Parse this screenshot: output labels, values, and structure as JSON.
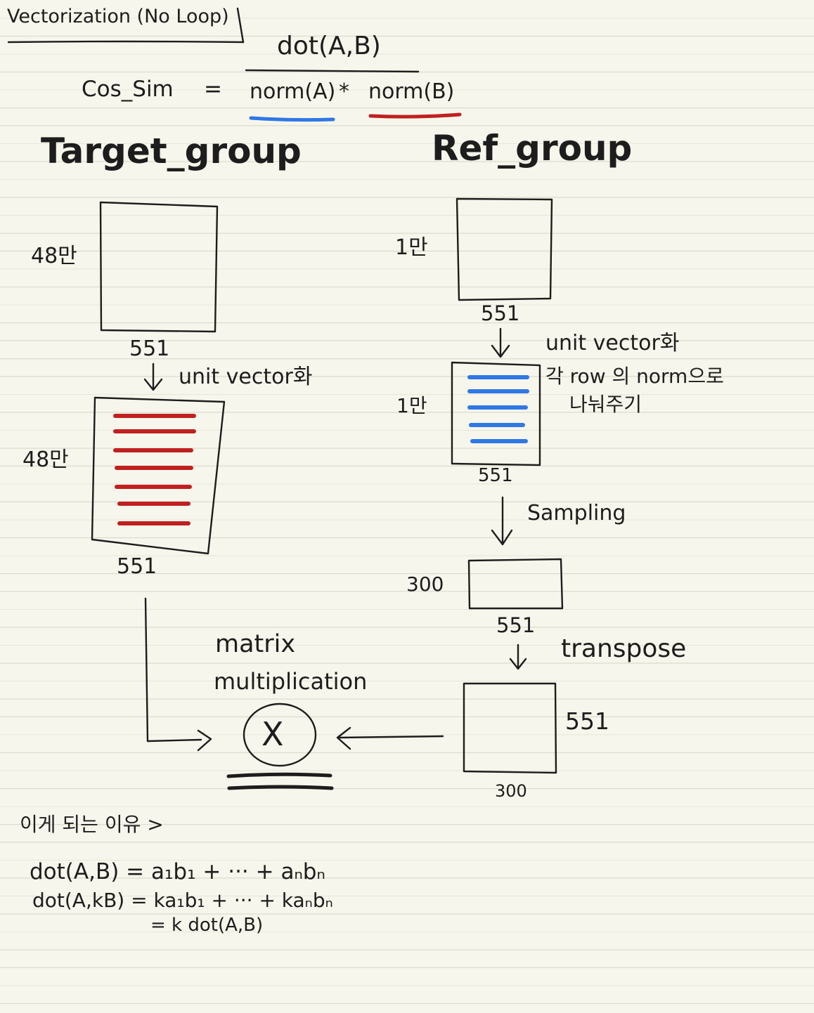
{
  "title": "Vectorization (No Loop)",
  "formula": {
    "lhs": "Cos_Sim",
    "eq": "=",
    "numerator": "dot(A,B)",
    "denom_a": "norm(A)",
    "times": "*",
    "denom_b": "norm(B)"
  },
  "target": {
    "heading": "Target_group",
    "rows_label": "48만",
    "cols_label": "551",
    "step_label": "unit vector화",
    "rows_label_2": "48만",
    "cols_label_2": "551"
  },
  "ref": {
    "heading": "Ref_group",
    "rows_label": "1만",
    "cols_label": "551",
    "step_label": "unit vector화",
    "step_note_1": "각 row 의 norm으로",
    "step_note_2": "나눠주기",
    "rows_label_2": "1만",
    "cols_label_2": "551",
    "sampling_label": "Sampling",
    "sample_rows": "300",
    "sample_cols": "551",
    "transpose_label": "transpose",
    "transposed_rows": "551",
    "transposed_cols": "300"
  },
  "matmul": {
    "label_1": "matrix",
    "label_2": "multiplication",
    "symbol": "X"
  },
  "reason": {
    "heading": "이게 되는 이유 >",
    "line_1": "dot(A,B) = a₁b₁ + ··· + aₙbₙ",
    "line_2": "dot(A,kB) = ka₁b₁ + ··· + kaₙbₙ",
    "line_3": "= k dot(A,B)"
  },
  "colors": {
    "ink": "#1d1d1d",
    "red": "#c0201f",
    "blue": "#2f78e6",
    "paper": "#f7f6ec",
    "rule": "#dcdccf"
  }
}
